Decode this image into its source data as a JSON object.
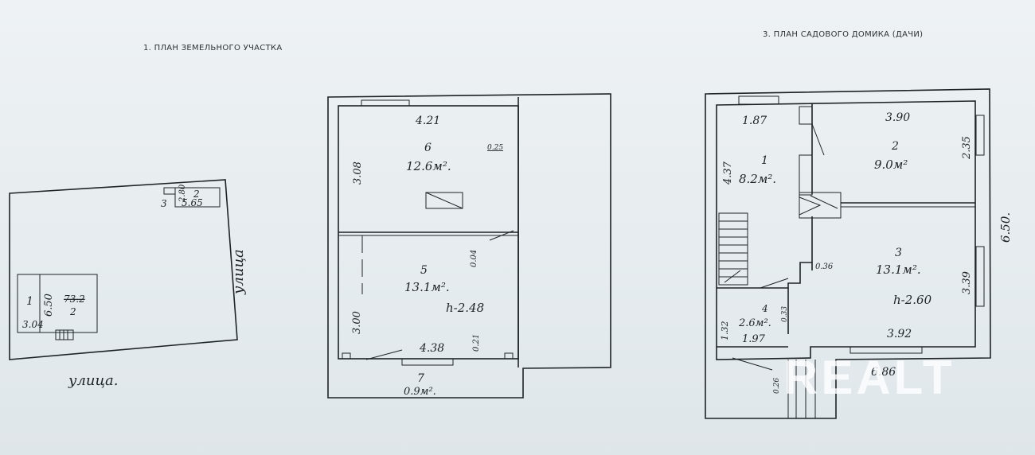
{
  "titles": {
    "land_plan": "1. ПЛАН  ЗЕМЕЛЬНОГО УЧАСТКА",
    "house_plan": "3. ПЛАН САДОВОГО ДОМИКА (ДАЧИ)"
  },
  "site_plan": {
    "room_1": "1",
    "dim_650": "6.50",
    "dim_304": "3.04",
    "house_area": "73.2",
    "house_floor": "2",
    "small_3": "3",
    "small_2": "2",
    "small_280": "2.80",
    "small_565": "5.65",
    "street_right": "улица",
    "street_bottom": "улица."
  },
  "floor_plan_a": {
    "dim_top": "4.21",
    "dim_left_top": "3.08",
    "room_6": "6",
    "area_6": "12.6м².",
    "dim_025": "0.25",
    "room_5": "5",
    "area_5": "13.1м².",
    "height_5": "h-2.48",
    "dim_004": "0.04",
    "dim_left_bottom": "3.00",
    "dim_bottom": "4.38",
    "dim_021": "0.21",
    "room_7": "7",
    "area_7": "0.9м²."
  },
  "floor_plan_b": {
    "dim_187": "1.87",
    "dim_390": "3.90",
    "dim_235": "2.35",
    "dim_437": "4.37",
    "room_1": "1",
    "area_1": "8.2м².",
    "room_2": "2",
    "area_2": "9.0м²",
    "dim_650": "6.50.",
    "dim_036": "0.36",
    "room_3": "3",
    "area_3": "13.1м².",
    "height_3": "h-2.60",
    "dim_339": "3.39",
    "room_4": "4",
    "area_4": "2.6м².",
    "dim_033": "0.33",
    "dim_132": "1.32",
    "dim_197": "1.97",
    "dim_392": "3.92",
    "dim_686": "6.86",
    "dim_026": "0.26"
  },
  "watermark": "REALT"
}
